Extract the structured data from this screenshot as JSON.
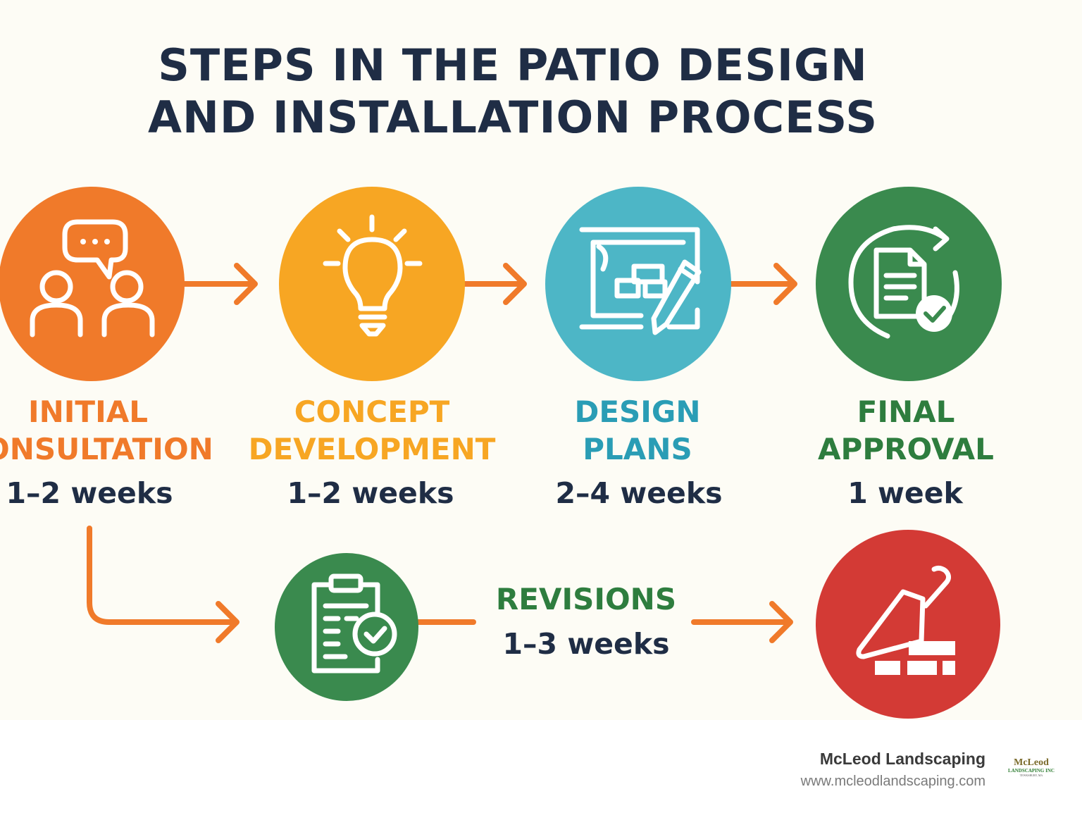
{
  "title": {
    "line1": "STEPS IN THE PATIO DESIGN",
    "line2": "AND INSTALLATION PROCESS"
  },
  "colors": {
    "orange": "#f07a2a",
    "amber": "#f7a623",
    "teal": "#4db6c6",
    "green": "#3a8a4e",
    "red": "#d33a35",
    "text": "#1f2d45",
    "arrow": "#f07a2a"
  },
  "steps": [
    {
      "line1": "INITIAL",
      "line2": "CONSULTATION",
      "duration": "1–2 weeks",
      "icon": "people-chat-icon",
      "color": "#f07a2a"
    },
    {
      "line1": "CONCEPT",
      "line2": "DEVELOPMENT",
      "duration": "1–2 weeks",
      "icon": "lightbulb-icon",
      "color": "#f7a623"
    },
    {
      "line1": "DESIGN",
      "line2": "PLANS",
      "duration": "2–4 weeks",
      "icon": "blueprint-pencil-icon",
      "color": "#2a9db5"
    },
    {
      "line1": "FINAL",
      "line2": "APPROVAL",
      "duration": "1 week",
      "icon": "document-check-cycle-icon",
      "color": "#2e7d3e"
    }
  ],
  "revisions": {
    "label": "REVISIONS",
    "duration": "1–3 weeks",
    "icon": "clipboard-check-icon",
    "color": "#2e7d3e"
  },
  "installation": {
    "icon": "trowel-bricks-icon",
    "color": "#d33a35"
  },
  "footer": {
    "company": "McLeod Landscaping",
    "url": "www.mcleodlandscaping.com"
  },
  "logo": {
    "line1": "McLeod",
    "line2": "LANDSCAPING INC",
    "line3": "TEWKSBURY, MA"
  }
}
